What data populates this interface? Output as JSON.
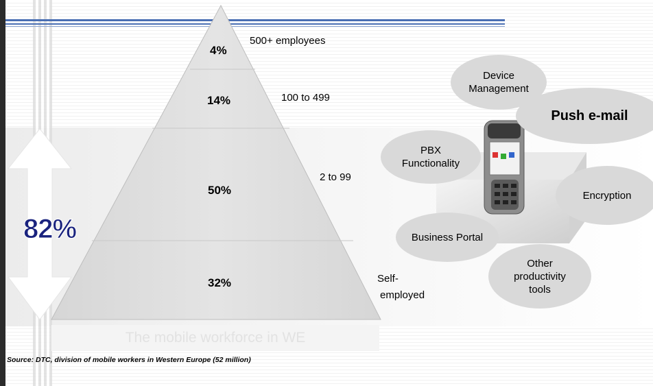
{
  "pyramid": {
    "tiers": [
      {
        "percent": "4%",
        "label": "500+ employees"
      },
      {
        "percent": "14%",
        "label": "100 to 499"
      },
      {
        "percent": "50%",
        "label": "2 to 99"
      },
      {
        "percent": "32%",
        "label_line1": "Self-",
        "label_line2": "employed"
      }
    ],
    "caption": "The mobile workforce in WE"
  },
  "highlight": {
    "value": "82%",
    "arrow_icon": "double-headed-arrow-icon"
  },
  "features": {
    "device_management": {
      "line1": "Device",
      "line2": "Management"
    },
    "push_email": "Push e-mail",
    "pbx": {
      "line1": "PBX",
      "line2": "Functionality"
    },
    "encryption": "Encryption",
    "business_portal": "Business Portal",
    "other": {
      "line1": "Other",
      "line2": "productivity",
      "line3": "tools"
    }
  },
  "phone": {
    "icon": "mobile-phone-icon",
    "box_icon": "product-box-icon"
  },
  "source": "Source: DTC, division of mobile workers in Western Europe (52 million)"
}
